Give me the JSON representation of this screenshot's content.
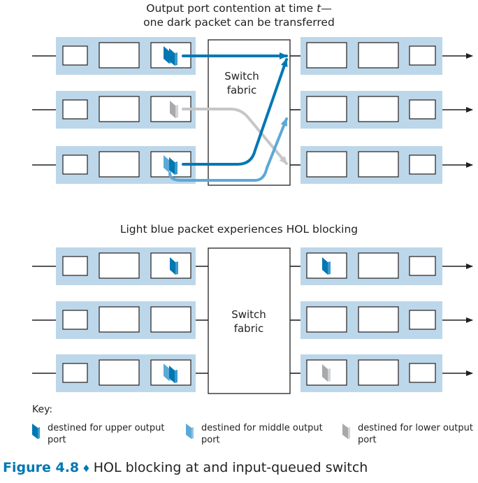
{
  "top_panel": {
    "caption_line1_prefix": "Output port contention at time ",
    "caption_line1_var": "t",
    "caption_line1_suffix": "—",
    "caption_line2": "one dark packet can be transferred",
    "fabric_label_line1": "Switch",
    "fabric_label_line2": "fabric",
    "input_ports": [
      {
        "position": "upper",
        "head_packets": [
          "dark",
          "dark"
        ]
      },
      {
        "position": "middle",
        "head_packets": [
          "gray"
        ]
      },
      {
        "position": "lower",
        "head_packets": [
          "light",
          "dark"
        ]
      }
    ],
    "transfers": [
      {
        "from": "upper",
        "to": "upper",
        "packet": "dark"
      },
      {
        "from": "middle",
        "to": "lower",
        "packet": "gray"
      },
      {
        "from": "lower",
        "to": "upper",
        "packet": "dark"
      },
      {
        "from": "lower",
        "to": "middle",
        "packet": "light"
      }
    ]
  },
  "bottom_panel": {
    "caption": "Light blue packet experiences HOL blocking",
    "fabric_label_line1": "Switch",
    "fabric_label_line2": "fabric",
    "input_ports": [
      {
        "position": "upper",
        "head_packets": [
          "dark"
        ]
      },
      {
        "position": "middle",
        "head_packets": []
      },
      {
        "position": "lower",
        "head_packets": [
          "light",
          "dark"
        ]
      }
    ],
    "output_ports": [
      {
        "position": "upper",
        "packets": [
          "dark"
        ]
      },
      {
        "position": "middle",
        "packets": []
      },
      {
        "position": "lower",
        "packets": [
          "gray"
        ]
      }
    ]
  },
  "key": {
    "title": "Key:",
    "items": [
      {
        "color_name": "dark",
        "color": "#0077b3",
        "label": "destined for upper output port"
      },
      {
        "color_name": "light",
        "color": "#5ba9d6",
        "label": "destined for middle output port"
      },
      {
        "color_name": "gray",
        "color": "#a7a9ac",
        "label": "destined for lower output port"
      }
    ]
  },
  "colors": {
    "port_bg": "#bdd7ea",
    "dark_packet": "#0077b3",
    "light_packet": "#5ba9d6",
    "gray_packet": "#a7a9ac",
    "line": "#231f20",
    "figure_label": "#0077b3"
  },
  "figure": {
    "label": "Figure 4.8",
    "separator": "♦",
    "title": "HOL blocking at and input-queued switch"
  }
}
